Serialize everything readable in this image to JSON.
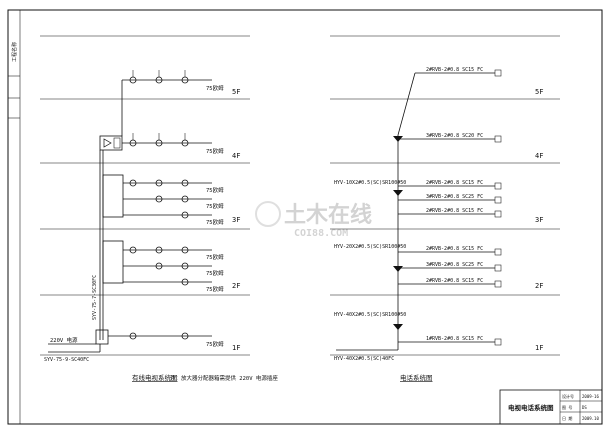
{
  "drawing": {
    "floors": [
      "5F",
      "4F",
      "3F",
      "2F",
      "1F"
    ],
    "left_outlet_label": "75欧姆",
    "left_power_label": "220V 电源",
    "left_feed_cable": "SYV-75-9-SC40FC",
    "left_riser_cable": "SYV-75-7-SC30FC",
    "left_caption": "有线电视系统图",
    "left_note": "注：放大器分配器箱需提供 220V 电源插座",
    "right_branch_cables": [
      "2#RVB-2#0.8 SC15 FC",
      "3#RVB-2#0.8 SC20 FC",
      "2#RVB-2#0.8 SC15 FC",
      "3#RVB-2#0.8 SC25 FC",
      "2#RVB-2#0.8 SC15 FC",
      "2#RVB-2#0.8 SC15 FC",
      "3#RVB-2#0.8 SC25 FC",
      "2#RVB-2#0.8 SC15 FC",
      "1#RVB-2#0.8 SC15 FC"
    ],
    "right_riser_cables": [
      "HYV-10X2#0.5(SC)SR100#50",
      "HYV-20X2#0.5(SC)SR100#50",
      "HYV-40X2#0.5(SC)SR100#50"
    ],
    "right_incoming": "HYV-40X2#0.5(SC)40FC",
    "right_caption": "电话系统图",
    "title_block": {
      "title": "电视电话系统图",
      "rows": [
        {
          "k": "设计号",
          "v": "2009-16"
        },
        {
          "k": "图 号",
          "v": "DS"
        },
        {
          "k": "日 期",
          "v": "2009.10"
        }
      ]
    },
    "watermark": {
      "cn": "土木在线",
      "en": "COI88.COM"
    },
    "left_margin_label": "工程名称"
  }
}
